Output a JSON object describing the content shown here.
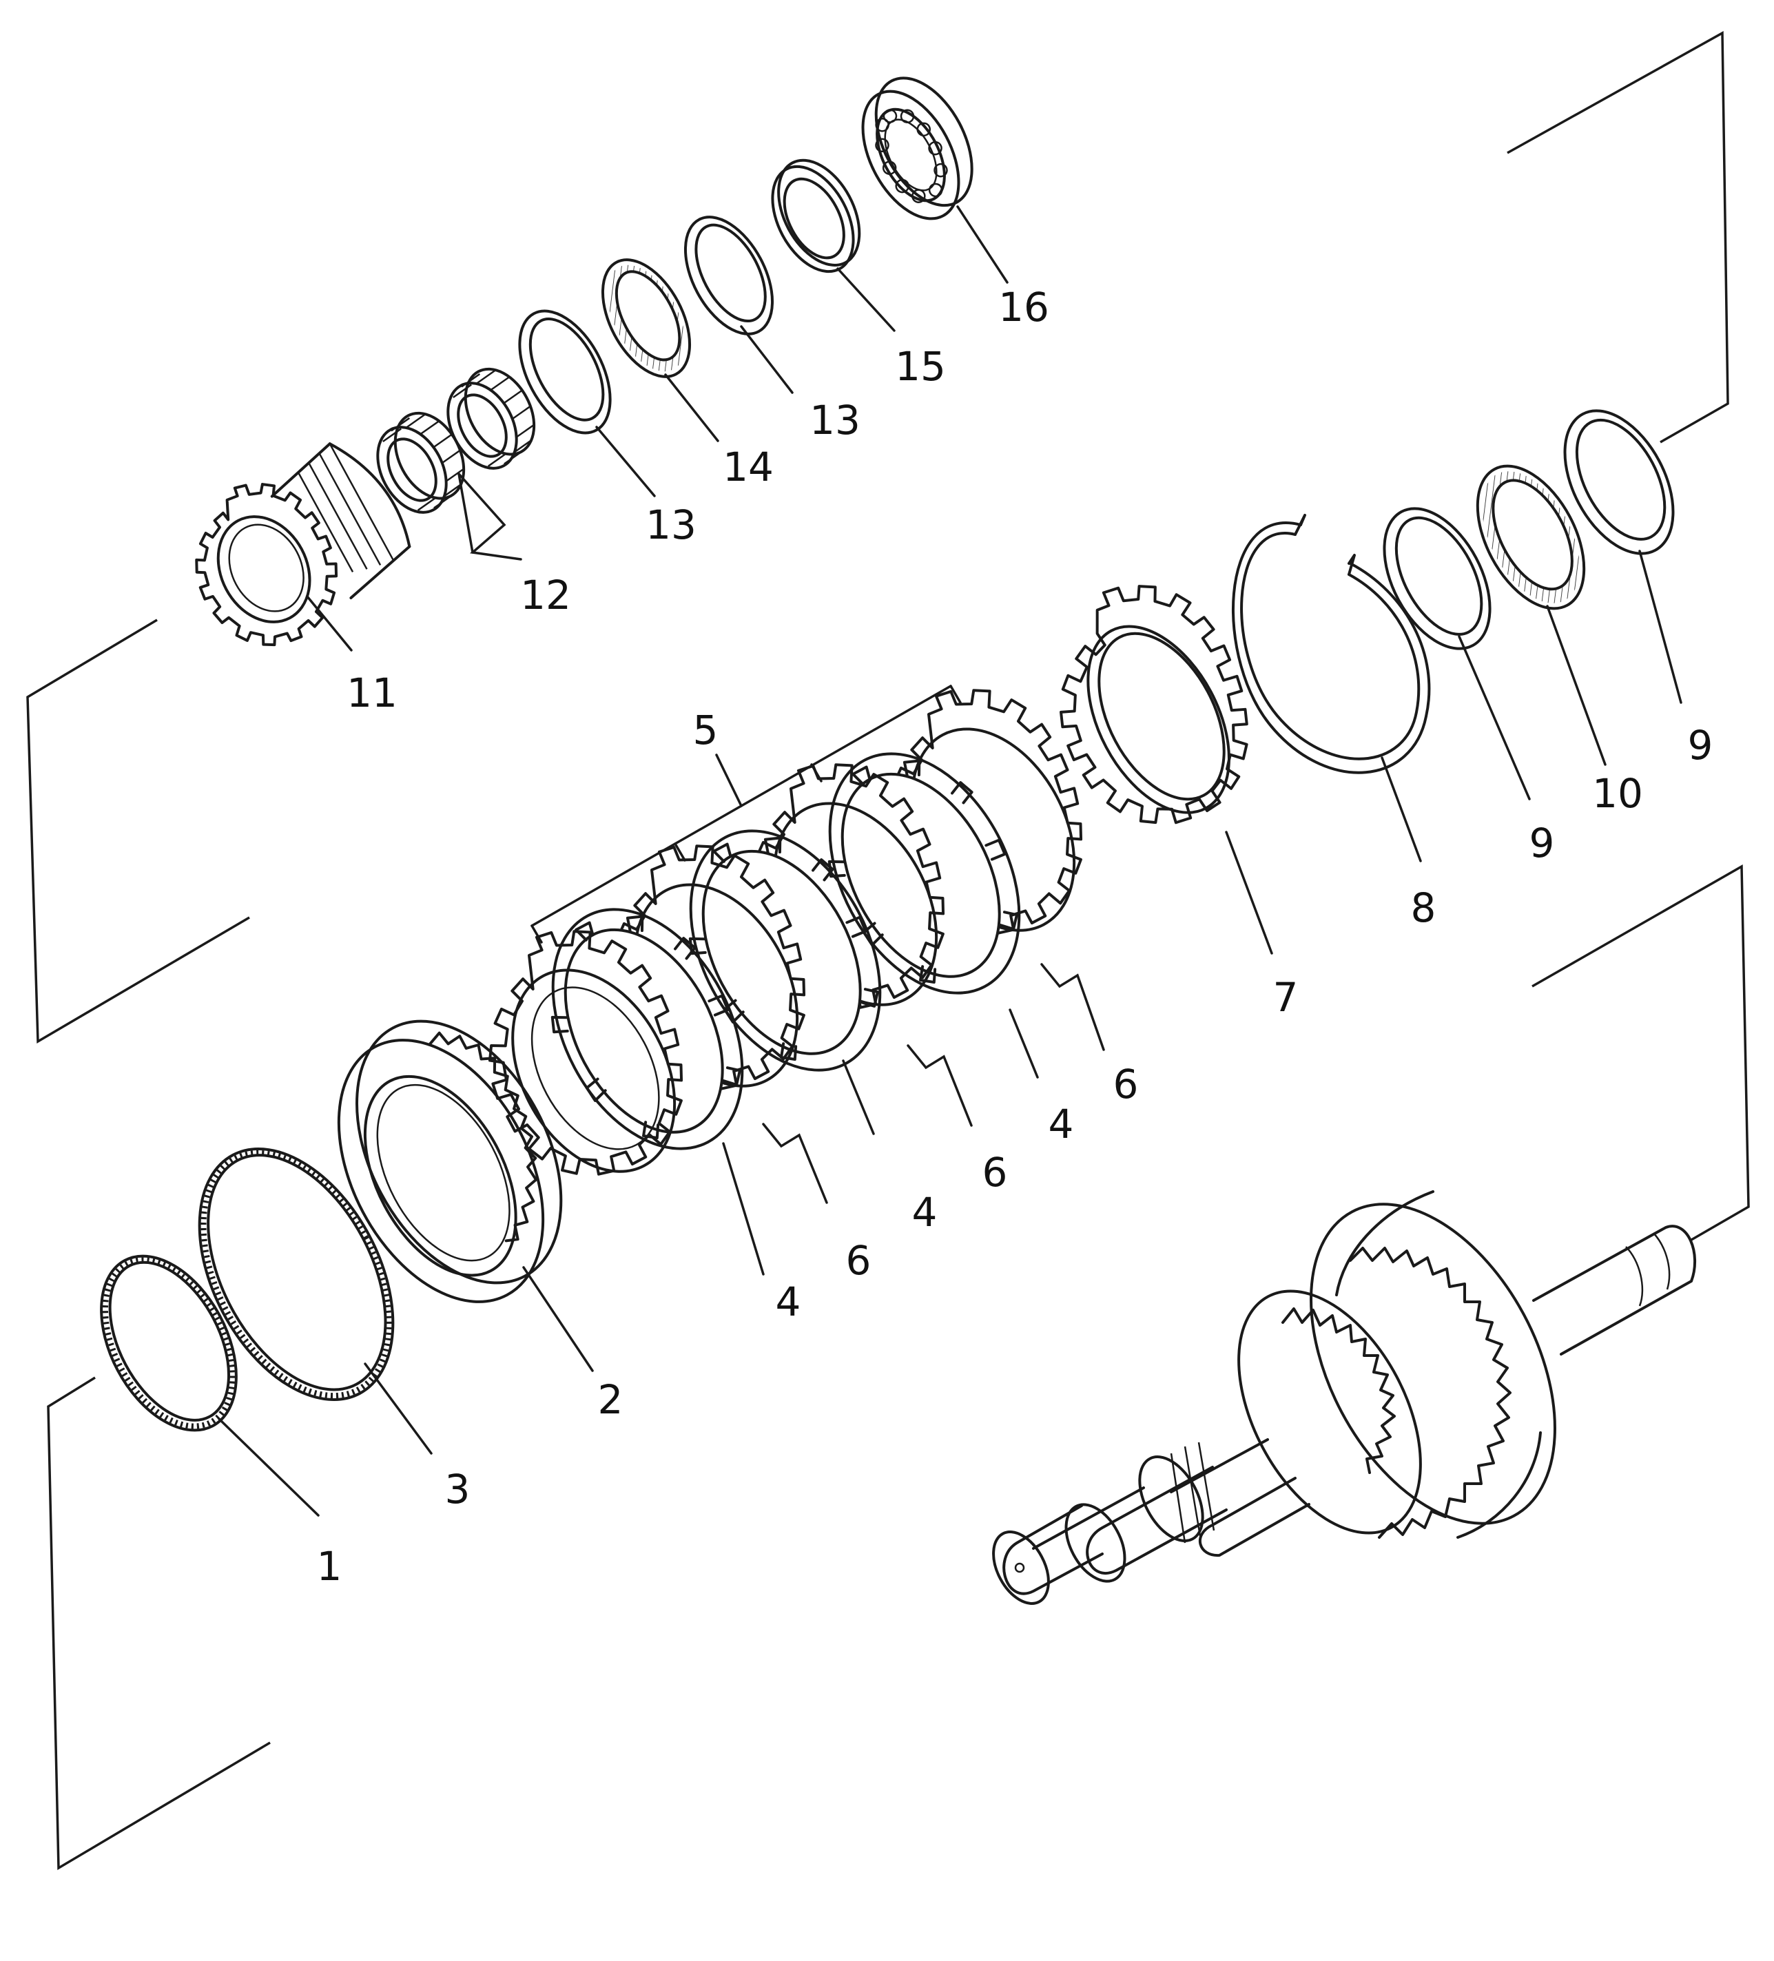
{
  "callouts": [
    {
      "key": "c16",
      "text": "16"
    },
    {
      "key": "c15",
      "text": "15"
    },
    {
      "key": "c13a",
      "text": "13"
    },
    {
      "key": "c14",
      "text": "14"
    },
    {
      "key": "c13b",
      "text": "13"
    },
    {
      "key": "c12",
      "text": "12"
    },
    {
      "key": "c11",
      "text": "11"
    },
    {
      "key": "c5",
      "text": "5"
    },
    {
      "key": "c9a",
      "text": "9"
    },
    {
      "key": "c10",
      "text": "10"
    },
    {
      "key": "c9b",
      "text": "9"
    },
    {
      "key": "c8",
      "text": "8"
    },
    {
      "key": "c7",
      "text": "7"
    },
    {
      "key": "c6a",
      "text": "6"
    },
    {
      "key": "c4a",
      "text": "4"
    },
    {
      "key": "c6b",
      "text": "6"
    },
    {
      "key": "c4b",
      "text": "4"
    },
    {
      "key": "c6c",
      "text": "6"
    },
    {
      "key": "c4c",
      "text": "4"
    },
    {
      "key": "c2",
      "text": "2"
    },
    {
      "key": "c3",
      "text": "3"
    },
    {
      "key": "c1",
      "text": "1"
    }
  ],
  "parts": [
    {
      "id": "snap-ring",
      "callout": "1"
    },
    {
      "id": "clutch-piston",
      "callout": "2"
    },
    {
      "id": "seal-ring",
      "callout": "3"
    },
    {
      "id": "clutch-disc",
      "callout": "4"
    },
    {
      "id": "clutch-disc-set",
      "callout": "5"
    },
    {
      "id": "clutch-plate",
      "callout": "6"
    },
    {
      "id": "pressure-plate",
      "callout": "7"
    },
    {
      "id": "snap-ring-large",
      "callout": "8"
    },
    {
      "id": "thrust-washer",
      "callout": "9"
    },
    {
      "id": "thrust-bearing",
      "callout": "10"
    },
    {
      "id": "gear",
      "callout": "11"
    },
    {
      "id": "needle-bearing",
      "callout": "12"
    },
    {
      "id": "thrust-washer-2",
      "callout": "13"
    },
    {
      "id": "thrust-bearing-2",
      "callout": "14"
    },
    {
      "id": "spacer",
      "callout": "15"
    },
    {
      "id": "ball-bearing",
      "callout": "16"
    }
  ]
}
